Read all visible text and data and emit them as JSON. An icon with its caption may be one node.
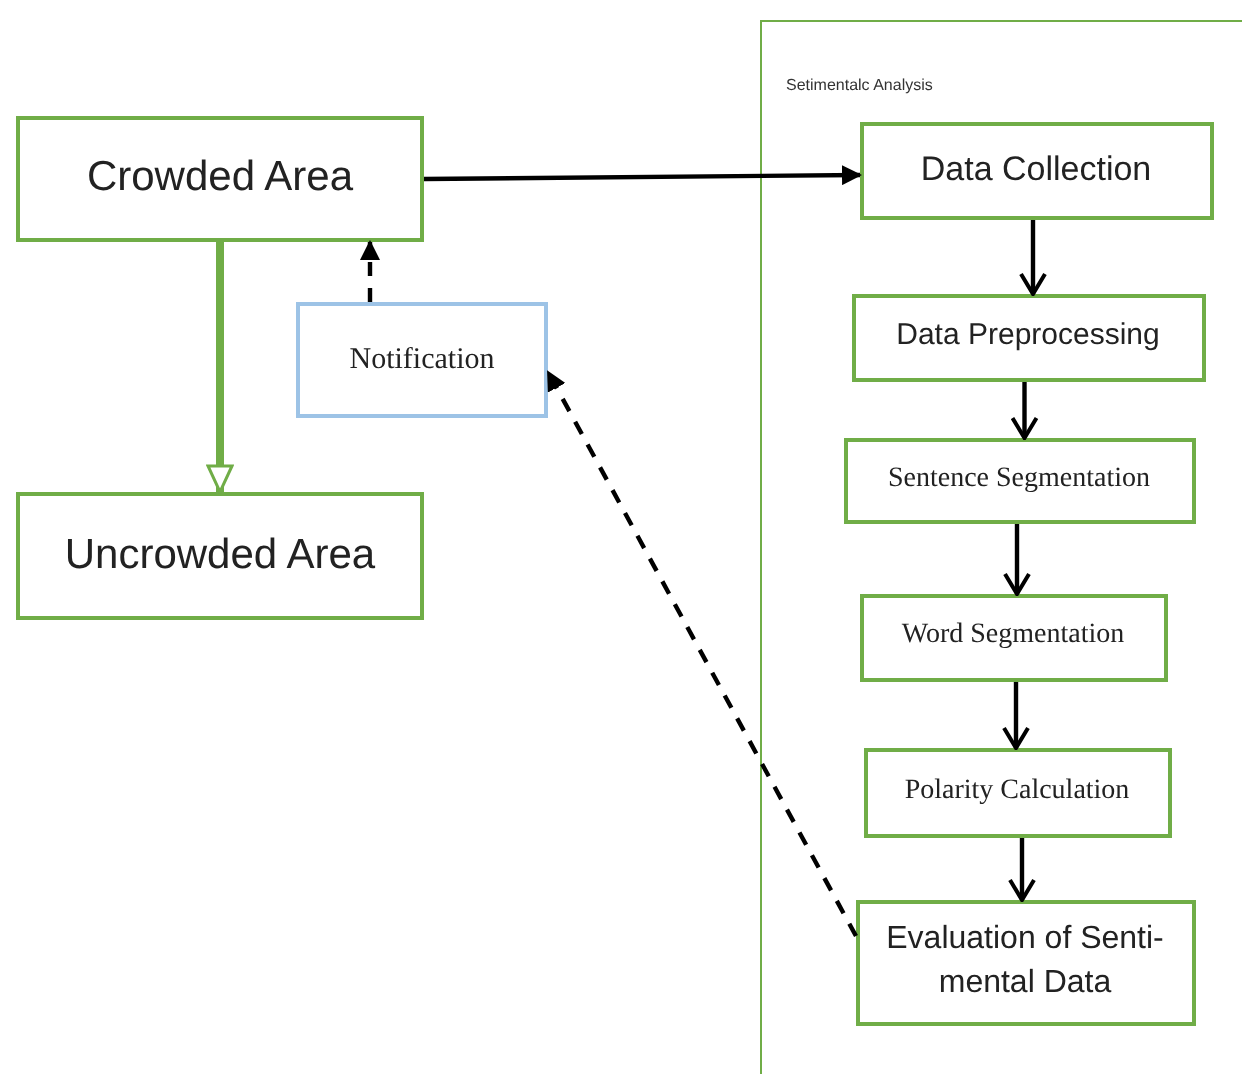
{
  "diagram": {
    "nodes": [
      {
        "text": [
          "Crowded Area"
        ]
      },
      {
        "text": [
          "Uncrowded Area"
        ]
      },
      {
        "text": [
          "Notification"
        ]
      },
      {
        "text": [
          "Setimentalc Analysis"
        ]
      },
      {
        "text": [
          "Data Collection"
        ],
        "in": 3
      },
      {
        "text": [
          "Data Preprocessing"
        ],
        "in": 3
      },
      {
        "text": [
          "Sentence Segmentation"
        ],
        "in": 3
      },
      {
        "text": [
          "Word Segmentation"
        ],
        "in": 3
      },
      {
        "text": [
          "Polarity Calculation"
        ],
        "in": 3
      },
      {
        "text": [
          "Evaluation of Senti- mental Data"
        ],
        "in": 3
      }
    ],
    "edges": [
      {
        "from": 0,
        "to": 4,
        "arrow": "to"
      },
      {
        "from": 0,
        "to": 1,
        "arrow": "to",
        "style": "thick",
        "color": "#70ad47"
      },
      {
        "from": 2,
        "to": 0,
        "arrow": "to",
        "style": "dashed"
      },
      {
        "from": 4,
        "to": 5,
        "arrow": "to"
      },
      {
        "from": 5,
        "to": 6,
        "arrow": "to"
      },
      {
        "from": 6,
        "to": 7,
        "arrow": "to"
      },
      {
        "from": 7,
        "to": 8,
        "arrow": "to"
      },
      {
        "from": 8,
        "to": 9,
        "arrow": "to"
      },
      {
        "from": 9,
        "to": 2,
        "arrow": "to",
        "style": "dashed"
      }
    ]
  }
}
